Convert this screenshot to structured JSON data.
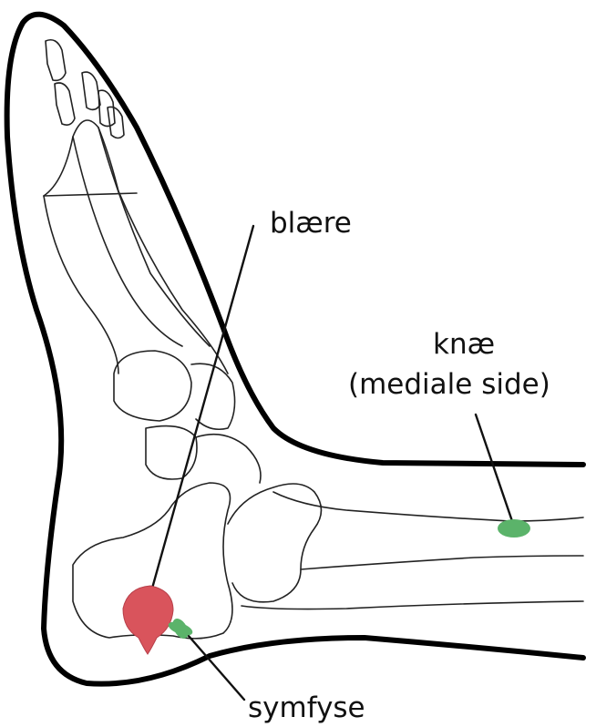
{
  "labels": {
    "blister": "blære",
    "knee_line1": "knæ",
    "knee_line2": "(mediale side)",
    "symphysis": "symfyse"
  },
  "colors": {
    "outline": "#000000",
    "blister_marker": "#d9545c",
    "knee_marker": "#5bb36a",
    "symphysis_marker": "#5bb36a"
  }
}
